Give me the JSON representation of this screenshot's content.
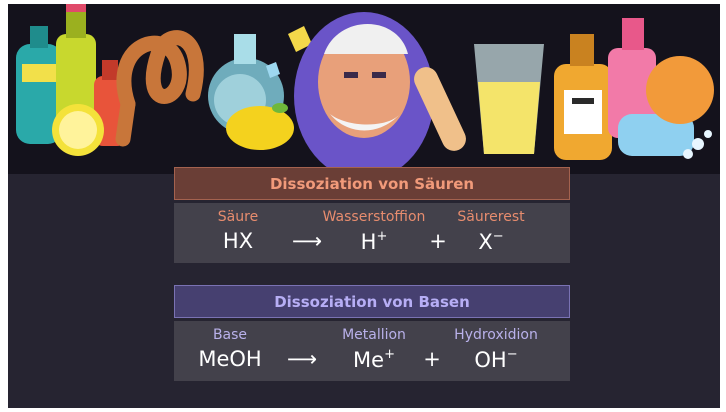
{
  "acids": {
    "title": "Dissoziation von Säuren",
    "labels": {
      "reactant": "Säure",
      "product1": "Wasserstoffion",
      "product2": "Säurerest"
    },
    "equation": {
      "reactant": "HX",
      "arrow": "⟶",
      "product1": "H",
      "product1_charge": "+",
      "plus": "+",
      "product2": "X",
      "product2_charge": "−"
    }
  },
  "bases": {
    "title": "Dissoziation von Basen",
    "labels": {
      "reactant": "Base",
      "product1": "Metallion",
      "product2": "Hydroxidion"
    },
    "equation": {
      "reactant": "MeOH",
      "arrow": "⟶",
      "product1": "Me",
      "product1_charge": "+",
      "plus": "+",
      "product2": "OH",
      "product2_charge": "−"
    }
  },
  "colors": {
    "background": "#262431",
    "acid_accent": "#f19a7a",
    "base_accent": "#b7aef5"
  },
  "icons": [
    "bottle-icon",
    "pretzel-icon",
    "lemon-icon",
    "scientist-portrait-icon",
    "glass-of-juice-icon",
    "soap-bottle-icon",
    "soap-bar-icon"
  ]
}
